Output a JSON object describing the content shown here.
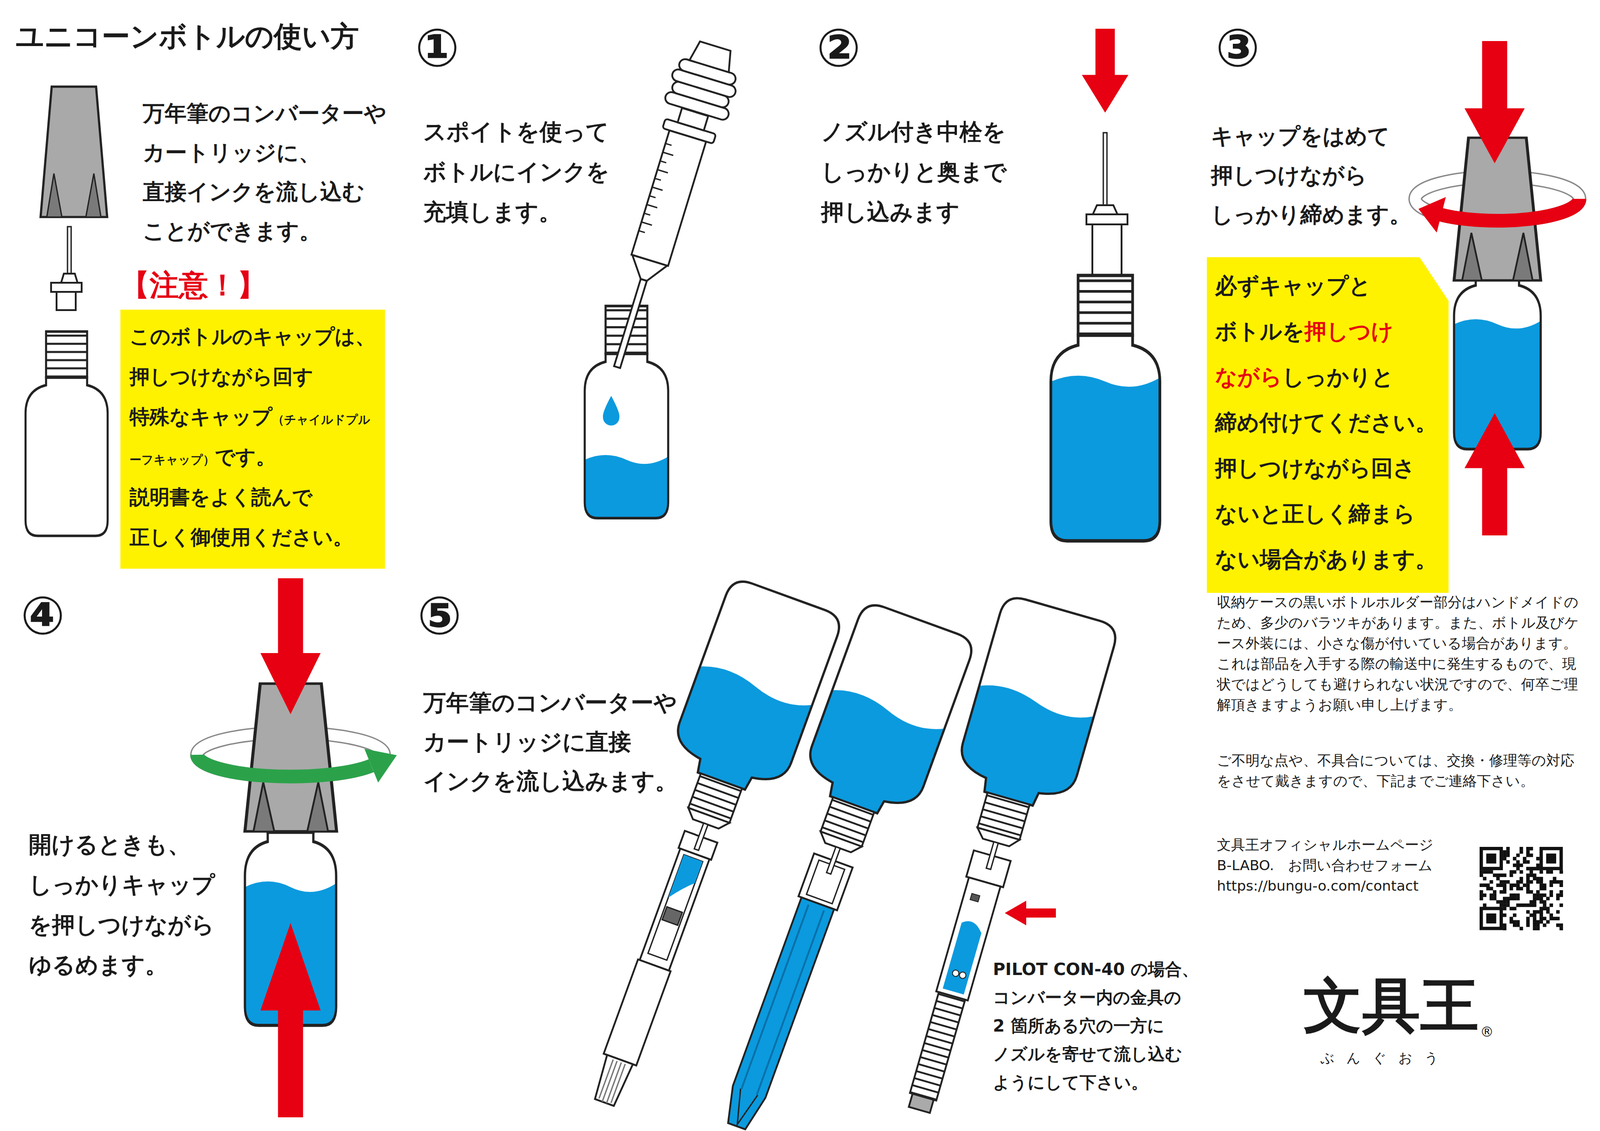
{
  "diagram": {
    "title": "ユニコーンボトルの使い方",
    "nodes": [
      {
        "text": [
          "【注意！】",
          "このボトルのキャップは、 押しつけながら回す 特殊なキャップ",
          "（チャイルドプルーフキャップ）",
          "です。 説明書をよく読んで 正しく御使用ください。"
        ]
      },
      {
        "text": [
          "必ずキャップと ボトルを",
          "押しつけ ながら",
          "しっかりと 締め付けてください。 押しつけながら回さ ないと正しく締まら ない場合があります。"
        ]
      }
    ],
    "labels": [
      "万年筆のコンバーターや カートリッジに、 直接インクを流し込む ことができます。",
      "①",
      "スポイトを使って ボトルにインクを 充填します。",
      "②",
      "ノズル付き中栓を しっかりと奥まで 押し込みます",
      "③",
      "キャップをはめて 押しつけながら しっかり締めます。",
      "④",
      "開けるときも、 しっかりキャップ を押しつけながら ゆるめます。",
      "⑤",
      "万年筆のコンバーターや カートリッジに直接 インクを流し込みます。",
      "PILOT CON-40 の場合、 コンバーター内の金具の 2 箇所ある穴の一方に ノズルを寄せて流し込む ようにして下さい。",
      "収納ケースの黒いボトルホルダー部分はハンドメイドのため、多少のバラツキがあります。また、ボトル及びケース外装には、小さな傷が付いている場合があります。これは部品を入手する際の輸送中に発生するもので、現状ではどうしても避けられない状況ですので、何卒ご理解頂きますようお願い申し上げます。",
      "ご不明な点や、不具合については、交換・修理等の対応をさせて戴きますので、下記までご連絡下さい。",
      "文具王オフィシャルホームページ",
      "B-LABO.　お問い合わせフォーム",
      "https://bungu-o.com/contact",
      "文具王",
      "®",
      "ぶんぐおう"
    ]
  }
}
